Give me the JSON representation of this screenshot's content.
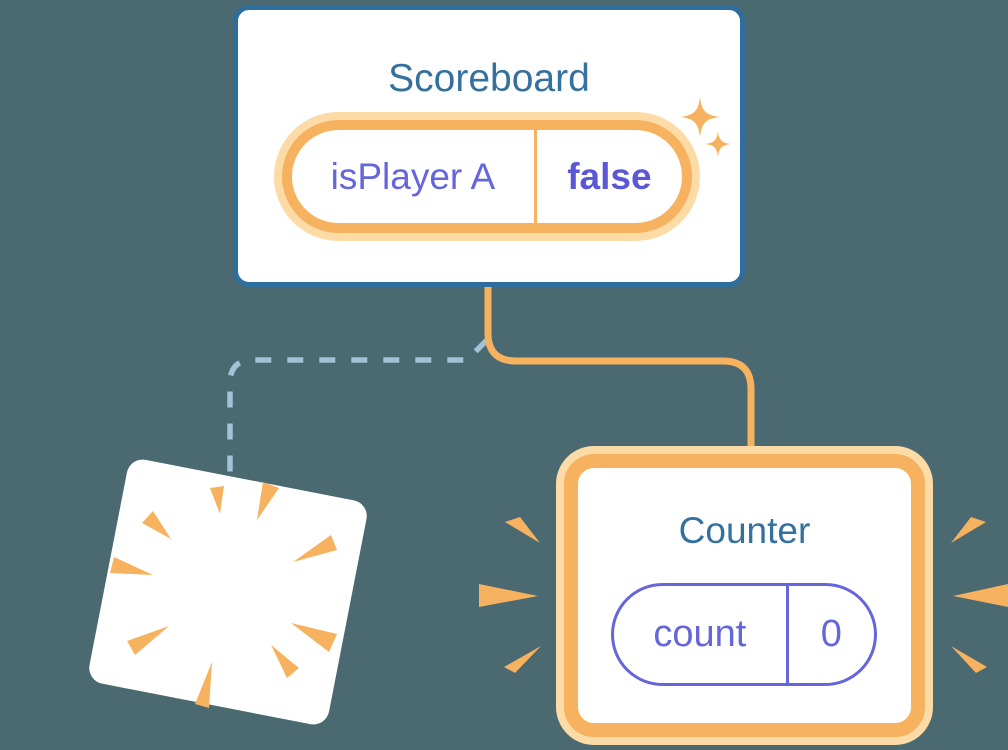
{
  "colors": {
    "background": "#4b6971",
    "card-border-blue": "#2e6e9e",
    "title-blue": "#35719f",
    "orange": "#f6b25e",
    "orange-halo": "#fcdba6",
    "purple": "#6565dc",
    "purple-strong": "#5a58d6",
    "dashed-blue": "#a5c1d7",
    "card-white": "#ffffff"
  },
  "scoreboard": {
    "title": "Scoreboard",
    "pill": {
      "key": "isPlayer A",
      "value": "false"
    }
  },
  "counter": {
    "title": "Counter",
    "pill": {
      "key": "count",
      "value": "0"
    }
  },
  "icons": {
    "sparkle": "✦",
    "poof_burst": "radial-orange-wedges",
    "emphasis_burst": "triple-orange-wedges"
  }
}
